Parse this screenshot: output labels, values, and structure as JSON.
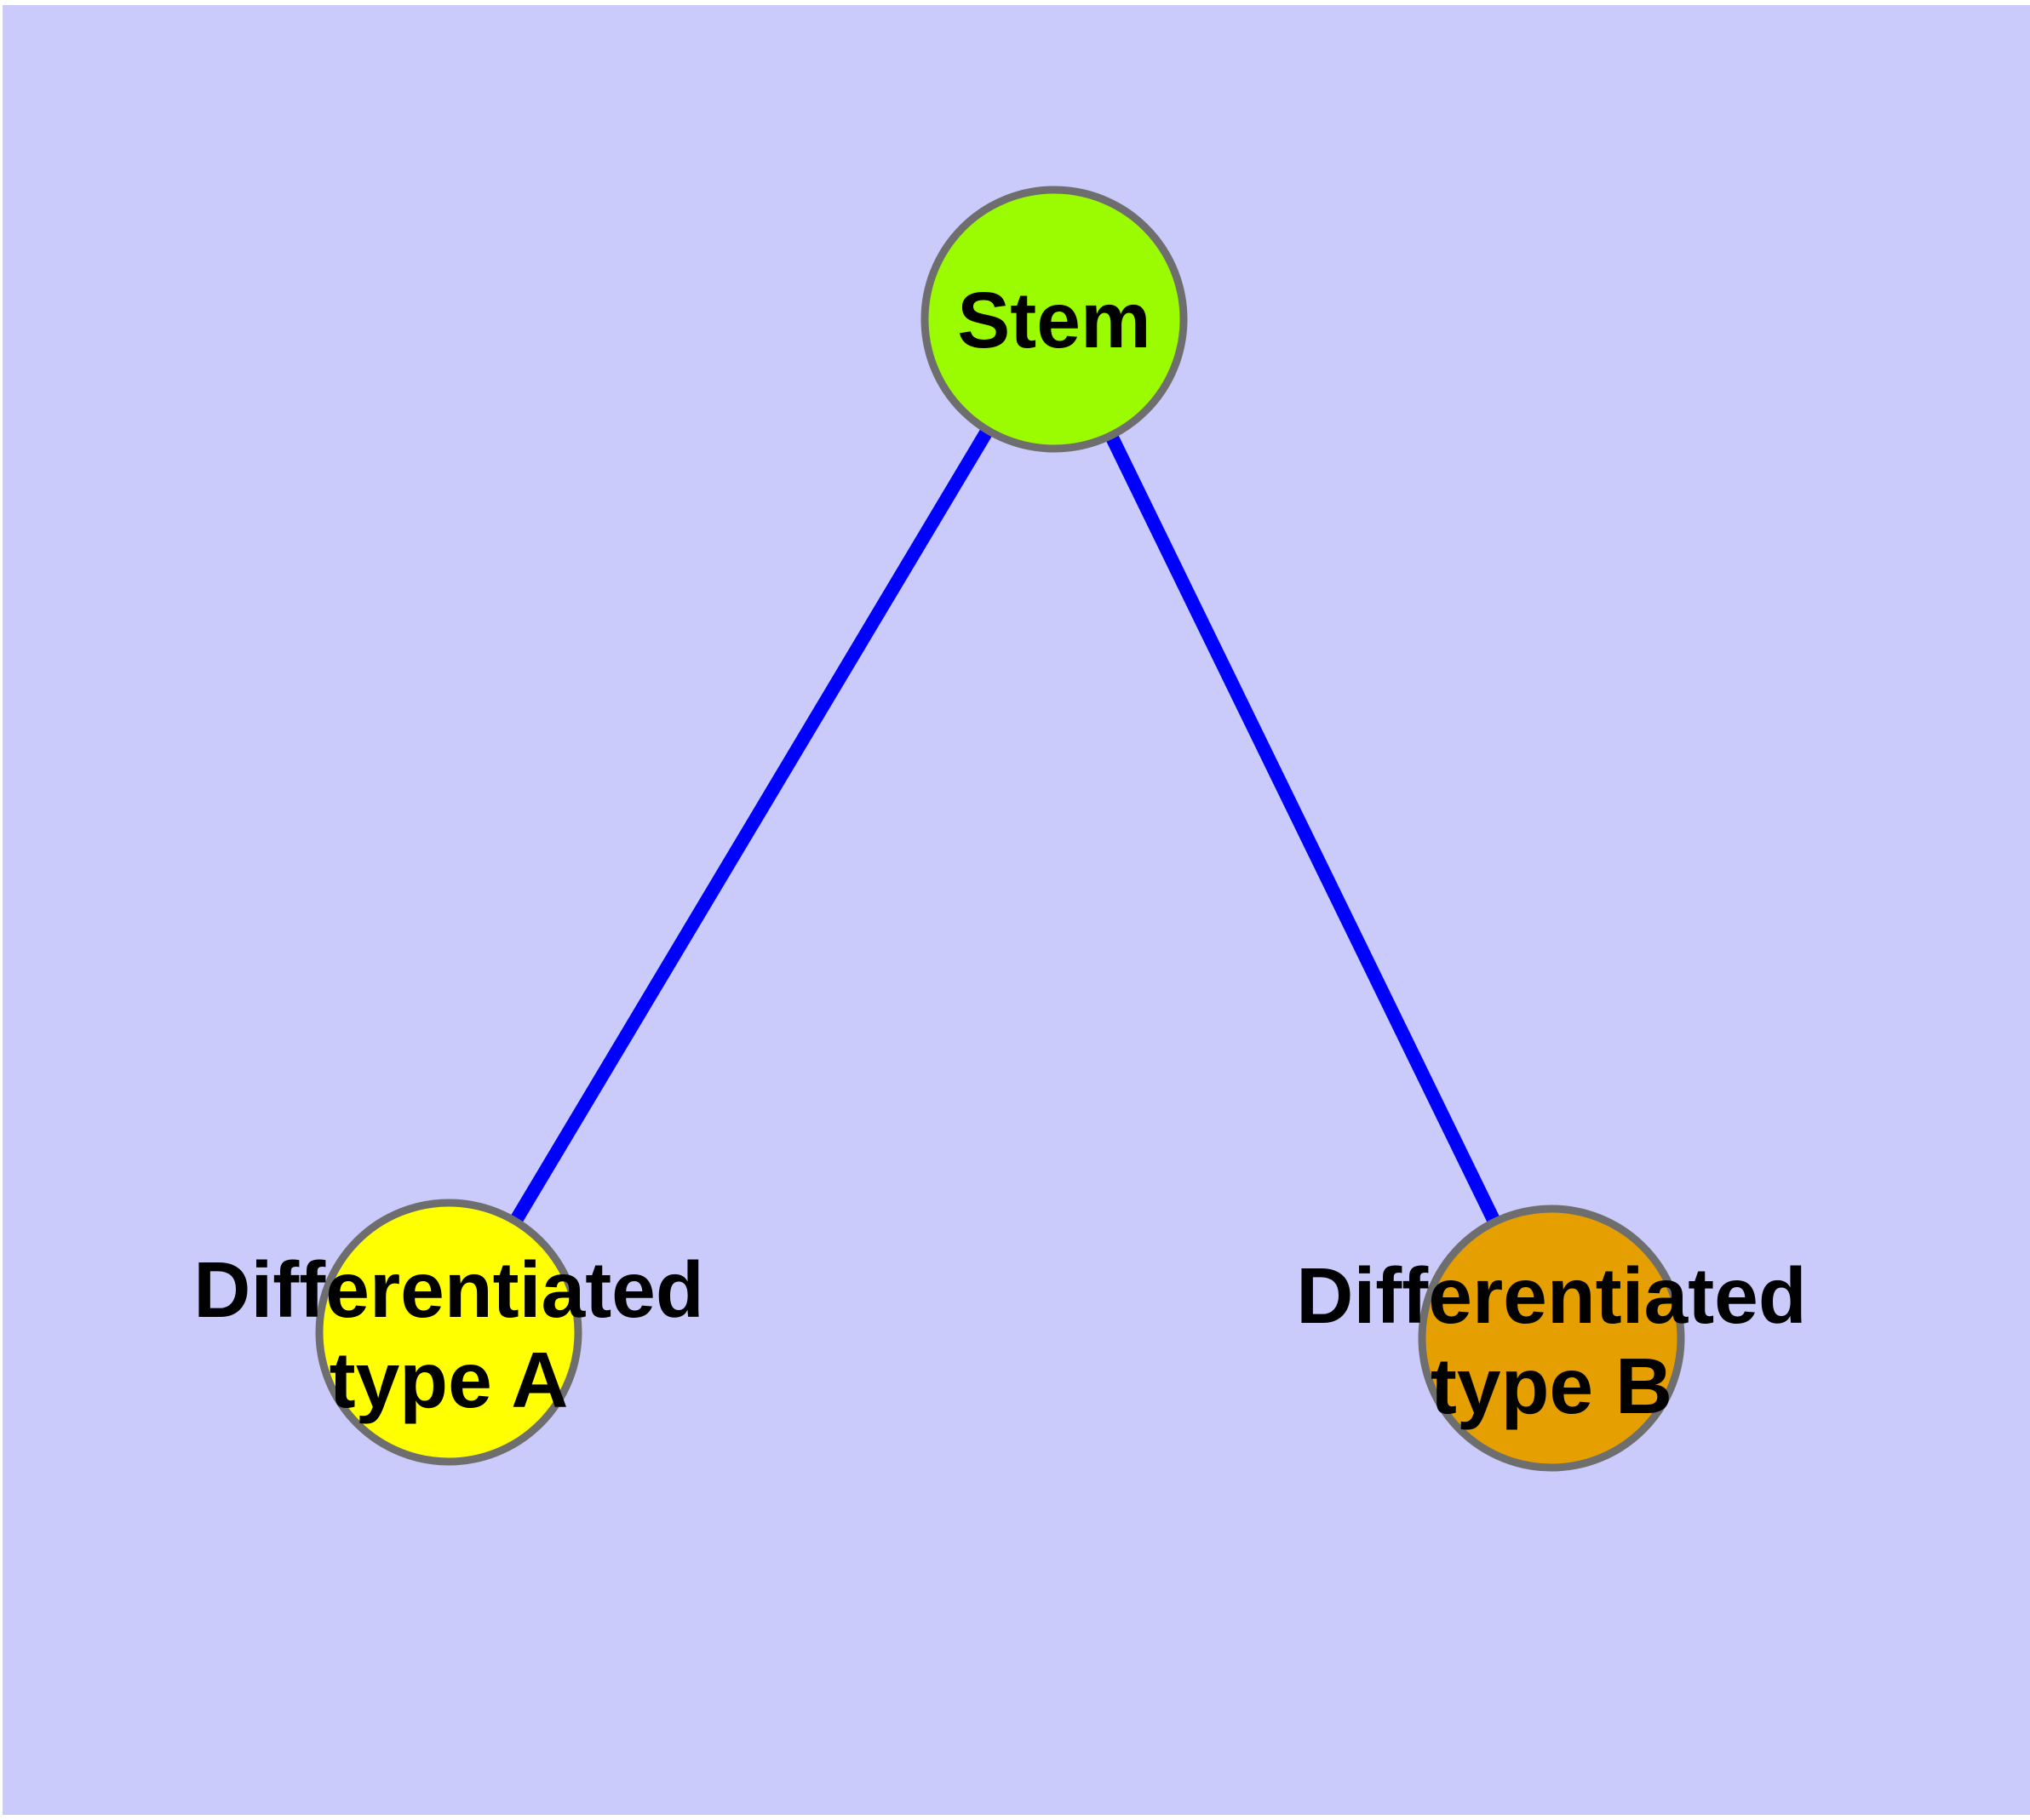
{
  "diagram": {
    "type": "graph",
    "description": "Stem cell differentiation graph with one stem node and two differentiated cell type nodes",
    "background_color": "#CACAFB",
    "frame_color": "#FFFFFF",
    "edge_color": "#0000FF",
    "node_border_color": "#6E6E6E",
    "text_color": "#000000",
    "nodes": [
      {
        "id": "stem",
        "label": "Stem",
        "line1": "Stem",
        "fill": "#9BFB00"
      },
      {
        "id": "differentiated_type_a",
        "label": "Differentiated type A",
        "line1": "Differentiated",
        "line2": "type A",
        "fill": "#FFFF00"
      },
      {
        "id": "differentiated_type_b",
        "label": "Differentiated type B",
        "line1": "Differentiated",
        "line2": "type B",
        "fill": "#E69F00"
      }
    ],
    "edges": [
      {
        "from": "Stem",
        "to": "Differentiated type A"
      },
      {
        "from": "Stem",
        "to": "Differentiated type B"
      }
    ]
  }
}
